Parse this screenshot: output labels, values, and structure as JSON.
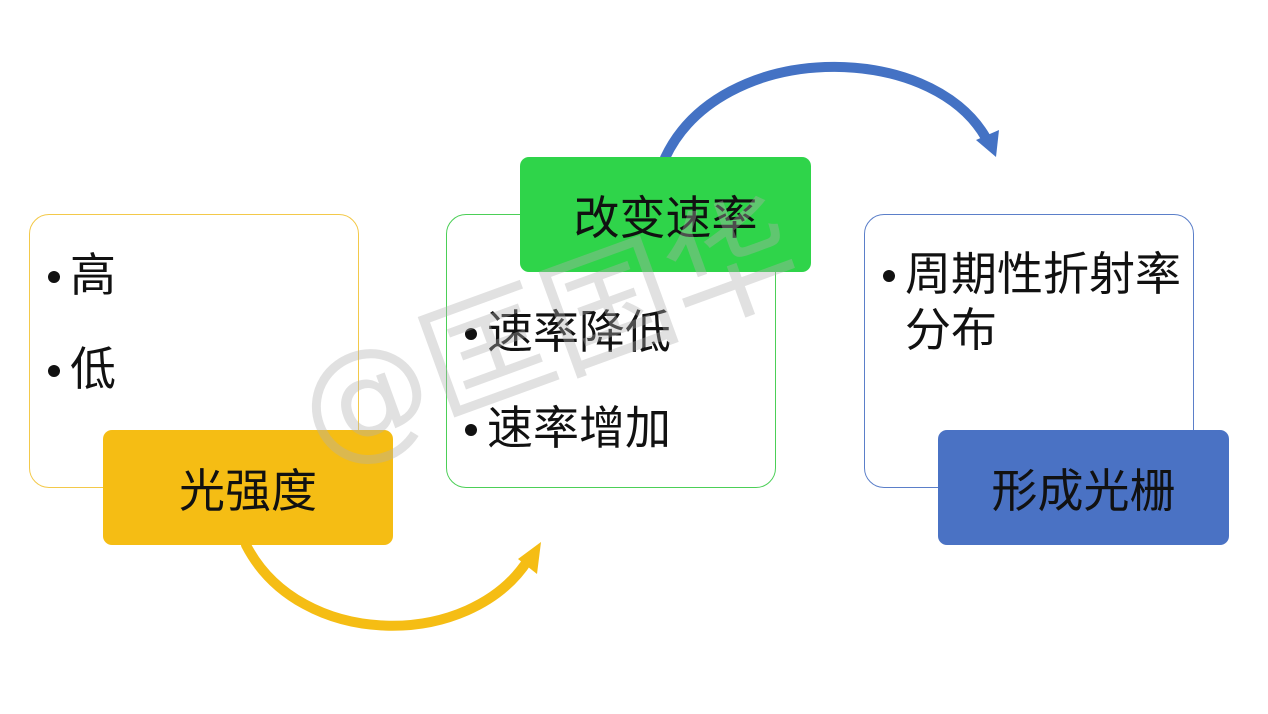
{
  "diagram": {
    "stages": [
      {
        "label": "光强度",
        "color": "#f5bd14",
        "border_color": "#f3c94a",
        "items": [
          "高",
          "低"
        ]
      },
      {
        "label": "改变速率",
        "color": "#2fd44a",
        "border_color": "#4ccf57",
        "items": [
          "速率降低",
          "速率增加"
        ]
      },
      {
        "label": "形成光栅",
        "color": "#4a72c4",
        "border_color": "#5b7fc9",
        "items": [
          "周期性折射率分布"
        ]
      }
    ],
    "connectors": [
      {
        "from": 0,
        "to": 1,
        "color": "#f5bd14",
        "icon": "curved-arrow-icon"
      },
      {
        "from": 1,
        "to": 2,
        "color": "#4472c4",
        "icon": "curved-arrow-icon"
      }
    ]
  },
  "watermark": {
    "text": "@匡国华",
    "color": "#afafaf"
  }
}
